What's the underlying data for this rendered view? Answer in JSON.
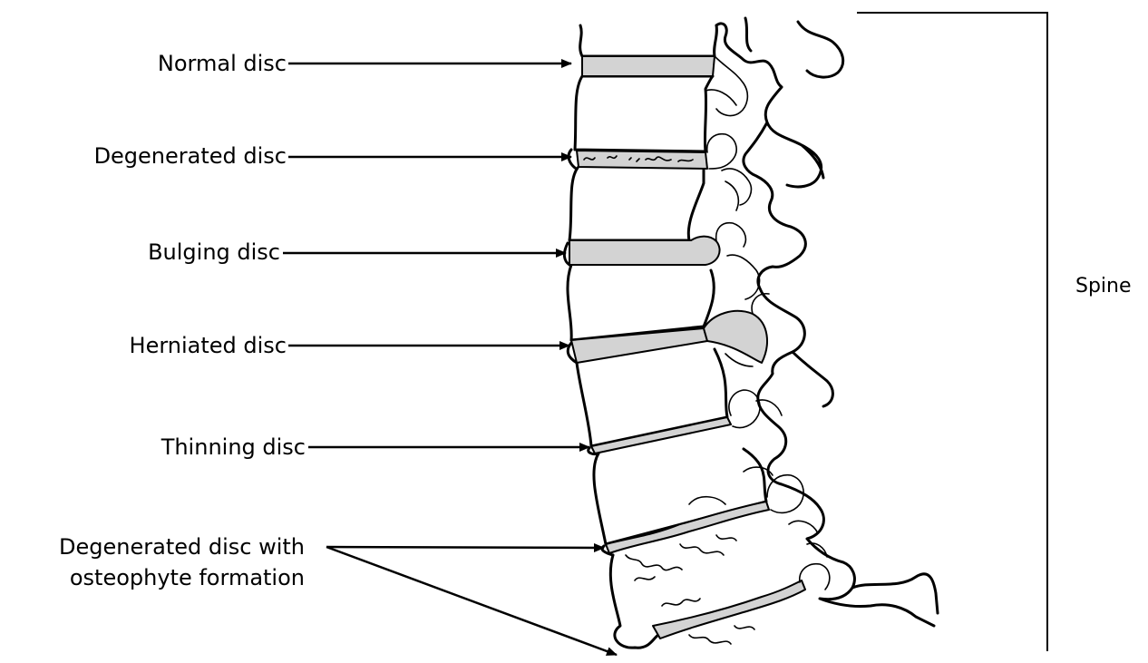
{
  "labels": {
    "normal": "Normal disc",
    "degenerated": "Degenerated disc",
    "bulging": "Bulging disc",
    "herniated": "Herniated disc",
    "thinning": "Thinning disc",
    "osteophyte_line1": "Degenerated disc with",
    "osteophyte_line2": "osteophyte formation",
    "spine": "Spine"
  },
  "colors": {
    "disc_fill": "#d3d3d3",
    "ink": "#000000"
  }
}
